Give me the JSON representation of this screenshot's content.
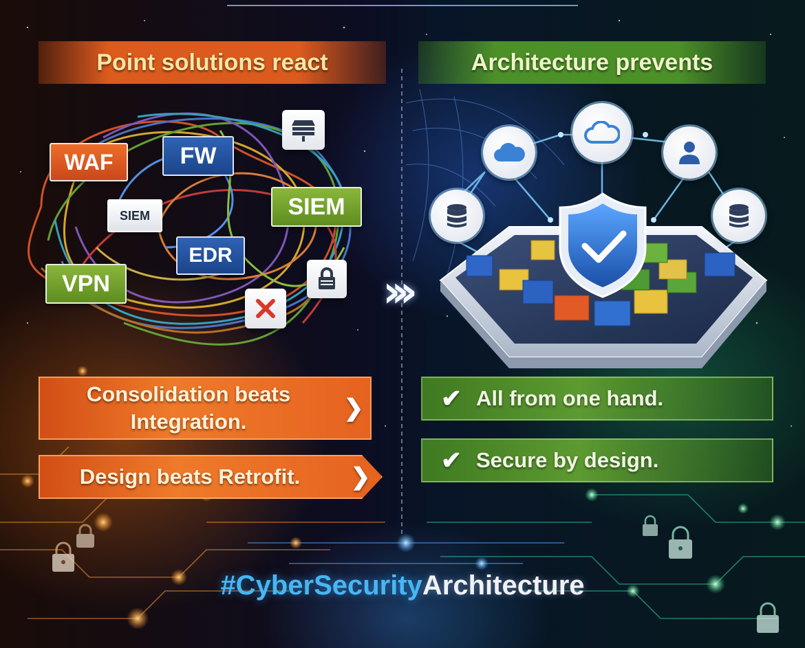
{
  "left_header": "Point solutions react",
  "right_header": "Architecture prevents",
  "tags": {
    "waf": "WAF",
    "fw": "FW",
    "siem_small": "SIEM",
    "siem_large": "SIEM",
    "edr": "EDR",
    "vpn": "VPN"
  },
  "banners": {
    "consolidation_line1": "Consolidation beats",
    "consolidation_line2": "Integration.",
    "design": "Design beats Retrofit.",
    "one_hand": "All from one hand.",
    "secure": "Secure by design."
  },
  "hashtag": {
    "part1": "#CyberSecurity",
    "part2": "Architecture"
  },
  "colors": {
    "orange": "#e8672a",
    "green": "#6aa035",
    "blue": "#2f63b5",
    "hashtag_blue": "#47b6f2"
  },
  "icons": [
    "router-icon",
    "lock-icon",
    "error-x-icon",
    "cloud-icon",
    "user-icon",
    "database-icon",
    "shield-check-icon",
    "chevron-right-icon",
    "check-icon",
    "padlock-icon"
  ]
}
